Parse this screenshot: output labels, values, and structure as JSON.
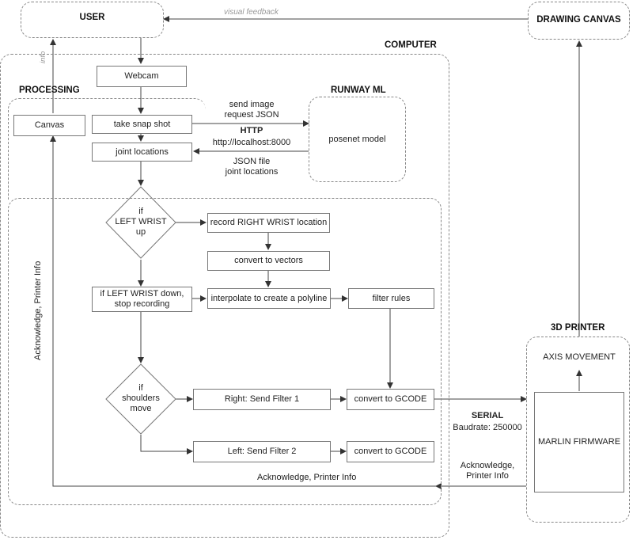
{
  "user": "USER",
  "drawing_canvas": "DRAWING CANVAS",
  "visual_feedback": "visual feedback",
  "computer": "COMPUTER",
  "info": "info",
  "processing": "PROCESSING",
  "runway_ml": "RUNWAY ML",
  "webcam": "Webcam",
  "canvas": "Canvas",
  "take_snap_shot": "take snap shot",
  "send_image": "send image",
  "request_json": "request JSON",
  "http": "HTTP",
  "http_url": "http://localhost:8000",
  "posenet_model": "posenet model",
  "joint_locations": "joint locations",
  "json_file": "JSON file",
  "json_joint_locations": "joint locations",
  "if_left_wrist_up": "if\nLEFT WRIST\nup",
  "record_right_wrist": "record RIGHT WRIST location",
  "convert_to_vectors": "convert to vectors",
  "if_left_wrist_down": "if LEFT WRIST down,\nstop recording",
  "interpolate": "interpolate to create a polyline",
  "filter_rules": "filter rules",
  "acknowledge_printer_info_vertical": "Acknowledge, Printer Info",
  "if_shoulders_move": "if\nshoulders\nmove",
  "right_send_filter_1": "Right: Send Filter 1",
  "convert_to_gcode_1": "convert to GCODE",
  "left_send_filter_2": "Left: Send Filter 2",
  "convert_to_gcode_2": "convert to GCODE",
  "serial": "SERIAL",
  "baudrate": "Baudrate: 250000",
  "acknowledge_printer_info_bottom": "Acknowledge, Printer Info",
  "acknowledge_right": "Acknowledge,\nPrinter Info",
  "printer_3d": "3D PRINTER",
  "axis_movement": "AXIS MOVEMENT",
  "marlin_firmware": "MARLIN FIRMWARE"
}
